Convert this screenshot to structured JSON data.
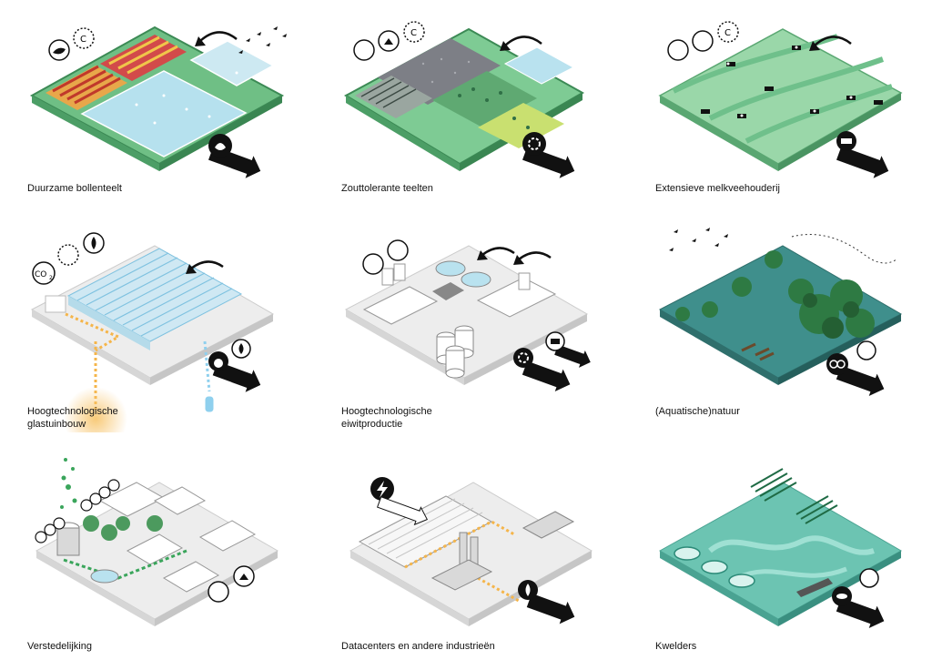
{
  "panels": [
    {
      "id": "bollenteelt",
      "lines": [
        "Duurzame bollenteelt"
      ]
    },
    {
      "id": "zout",
      "lines": [
        "Zouttolerante teelten"
      ]
    },
    {
      "id": "melkvee",
      "lines": [
        "Extensieve melkveehouderij"
      ]
    },
    {
      "id": "glas",
      "lines": [
        "Hoogtechnologische",
        "glastuinbouw"
      ]
    },
    {
      "id": "eiwit",
      "lines": [
        "Hoogtechnologische",
        "eiwitproductie"
      ]
    },
    {
      "id": "natuur",
      "lines": [
        "(Aquatische)natuur"
      ]
    },
    {
      "id": "stad",
      "lines": [
        "Verstedelijking"
      ]
    },
    {
      "id": "data",
      "lines": [
        "Datacenters en andere industrieën"
      ]
    },
    {
      "id": "kwelders",
      "lines": [
        "Kwelders"
      ]
    }
  ],
  "icons": {
    "co2_label": "CO",
    "co2_sub": "2"
  },
  "colors": {
    "field_green": "#8fd3a0",
    "water_blue": "#b9e2ef",
    "bulb_red": "#d9534f",
    "bulb_orange": "#e89a3c",
    "glass_blue": "#9fd7ef",
    "grey_tile": "#ececec",
    "nature_teal": "#3d8f8f",
    "tree_green": "#3c7f4a",
    "energy_orange": "#f5b54a",
    "arrow_black": "#111111"
  }
}
